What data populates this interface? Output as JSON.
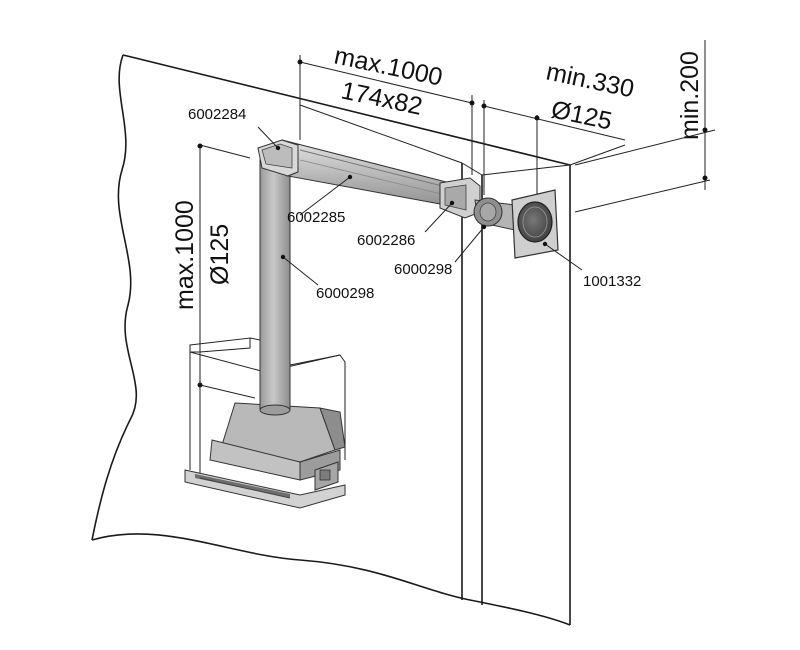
{
  "parts": {
    "elbow_flat": "6002284",
    "flat_duct": "6002285",
    "adapter": "6002286",
    "round_duct_horizontal": "6000298",
    "round_duct_vertical": "6000298",
    "wall_outlet": "1001332"
  },
  "dimensions": {
    "top_length": "max.1000",
    "flat_section": "174x82",
    "wall_distance": "min.330",
    "outlet_diameter": "Ø125",
    "ceiling_gap": "min.200",
    "vertical_length": "max.1000",
    "vertical_diameter": "Ø125"
  },
  "colors": {
    "line": "#1a1a1a",
    "duct_light": "#c9c9c9",
    "duct_mid": "#a8a8a8",
    "duct_dark": "#8a8a8a",
    "hood": "#b5b5b5"
  }
}
